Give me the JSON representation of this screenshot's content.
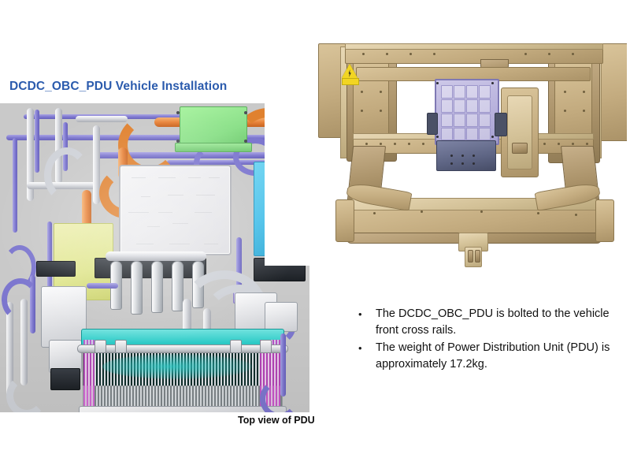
{
  "slide": {
    "title": "DCDC_OBC_PDU Vehicle Installation",
    "title_color": "#2B5BAD",
    "background_color": "#FFFFFF"
  },
  "left_figure": {
    "name": "pdu-top-view-engine-bay-cad",
    "caption": "Top view of PDU",
    "background_color": "#C9C9C9",
    "components": [
      {
        "name": "pdu-unit-top-panel",
        "color": "#ECECEF"
      },
      {
        "name": "green-control-module",
        "color": "#90E08A"
      },
      {
        "name": "cyan-component",
        "color": "#49C0E9"
      },
      {
        "name": "yellow-component",
        "color": "#E0E68F"
      },
      {
        "name": "orange-hv-cable",
        "color": "#E8833A"
      },
      {
        "name": "purple-coolant-hoses",
        "color": "#7D77CF"
      },
      {
        "name": "silver-pipes",
        "color": "#D9DBE0"
      },
      {
        "name": "teal-radiator",
        "color": "#2FCFCB"
      },
      {
        "name": "magenta-condenser",
        "color": "#C44CC4"
      },
      {
        "name": "lavender-connector-block",
        "color": "#B3A7E2"
      }
    ]
  },
  "right_figure": {
    "name": "vehicle-front-cross-rail-assembly-cad",
    "background_color": "#FFFFFF",
    "body_structure_color": "#C3AB7F",
    "components": [
      {
        "name": "pdu-housing-cover",
        "color": "#B9B3DD"
      },
      {
        "name": "pdu-housing-base",
        "color": "#5D6483"
      },
      {
        "name": "high-voltage-warning-label",
        "color": "#F2D522"
      },
      {
        "name": "front-cross-rail",
        "color": "#AB936A"
      },
      {
        "name": "front-bumper-beam",
        "color": "#C7B08A"
      }
    ]
  },
  "bullets": {
    "marker": "•",
    "items": [
      "The DCDC_OBC_PDU is bolted to the vehicle front cross rails.",
      "The weight of Power Distribution Unit (PDU) is approximately 17.2kg."
    ]
  }
}
